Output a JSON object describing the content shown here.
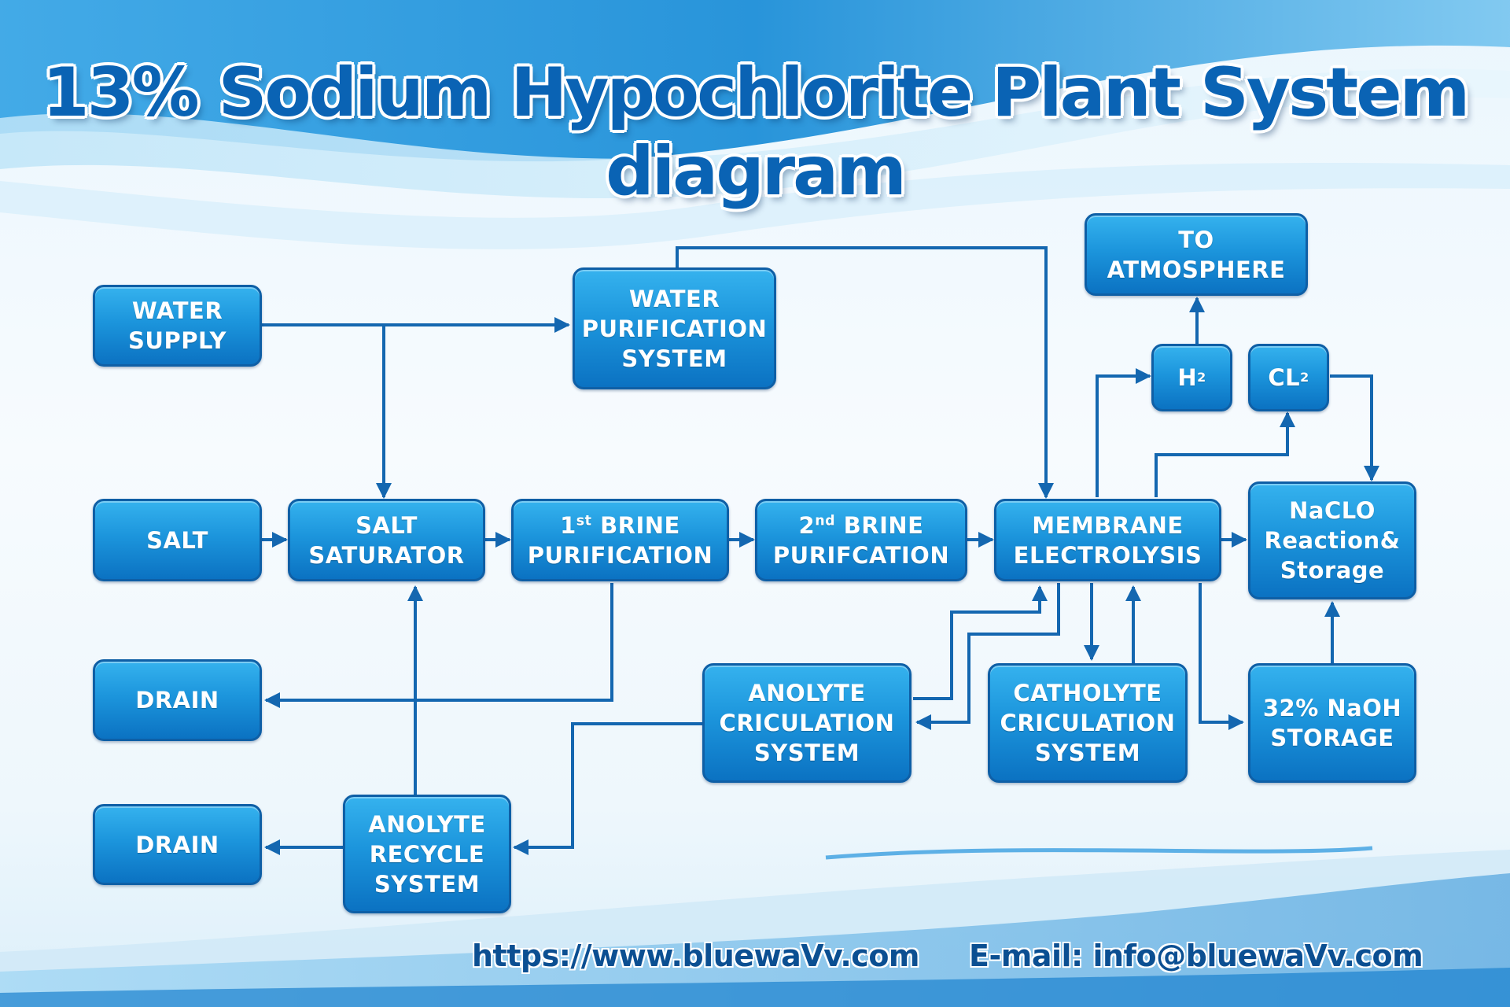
{
  "title": "13% Sodium Hypochlorite Plant System diagram",
  "nodes": {
    "water_supply": "WATER\nSUPPLY",
    "water_purification": "WATER\nPURIFICATION\nSYSTEM",
    "to_atmosphere": "TO\nATMOSPHERE",
    "h2": {
      "main": "H",
      "sub": "2"
    },
    "cl2": {
      "main": "CL",
      "sub": "2"
    },
    "salt": "SALT",
    "salt_saturator": "SALT\nSATURATOR",
    "brine_1": {
      "num": "1",
      "sup": "st",
      "rest": " BRINE",
      "line2": "PURIFICATION"
    },
    "brine_2": {
      "num": "2",
      "sup": "nd",
      "rest": " BRINE",
      "line2": "PURIFCATION"
    },
    "membrane": "MEMBRANE\nELECTROLYSIS",
    "naclo": "NaCLO\nReaction&\nStorage",
    "drain_1": "DRAIN",
    "drain_2": "DRAIN",
    "anolyte_circulation": "ANOLYTE\nCRICULATION\nSYSTEM",
    "catholyte_circulation": "CATHOLYTE\nCRICULATION\nSYSTEM",
    "naoh_storage": "32% NaOH\nSTORAGE",
    "anolyte_recycle": "ANOLYTE\nRECYCLE\nSYSTEM"
  },
  "footer": {
    "website": "https://www.bluewaVv.com",
    "email": "E-mail: info@bluewaVv.com"
  },
  "colors": {
    "box_top": "#35b2ee",
    "box_bottom": "#0b72c2",
    "box_border": "#0e5fa6",
    "arrow": "#1467b0",
    "title": "#0a63b4"
  }
}
